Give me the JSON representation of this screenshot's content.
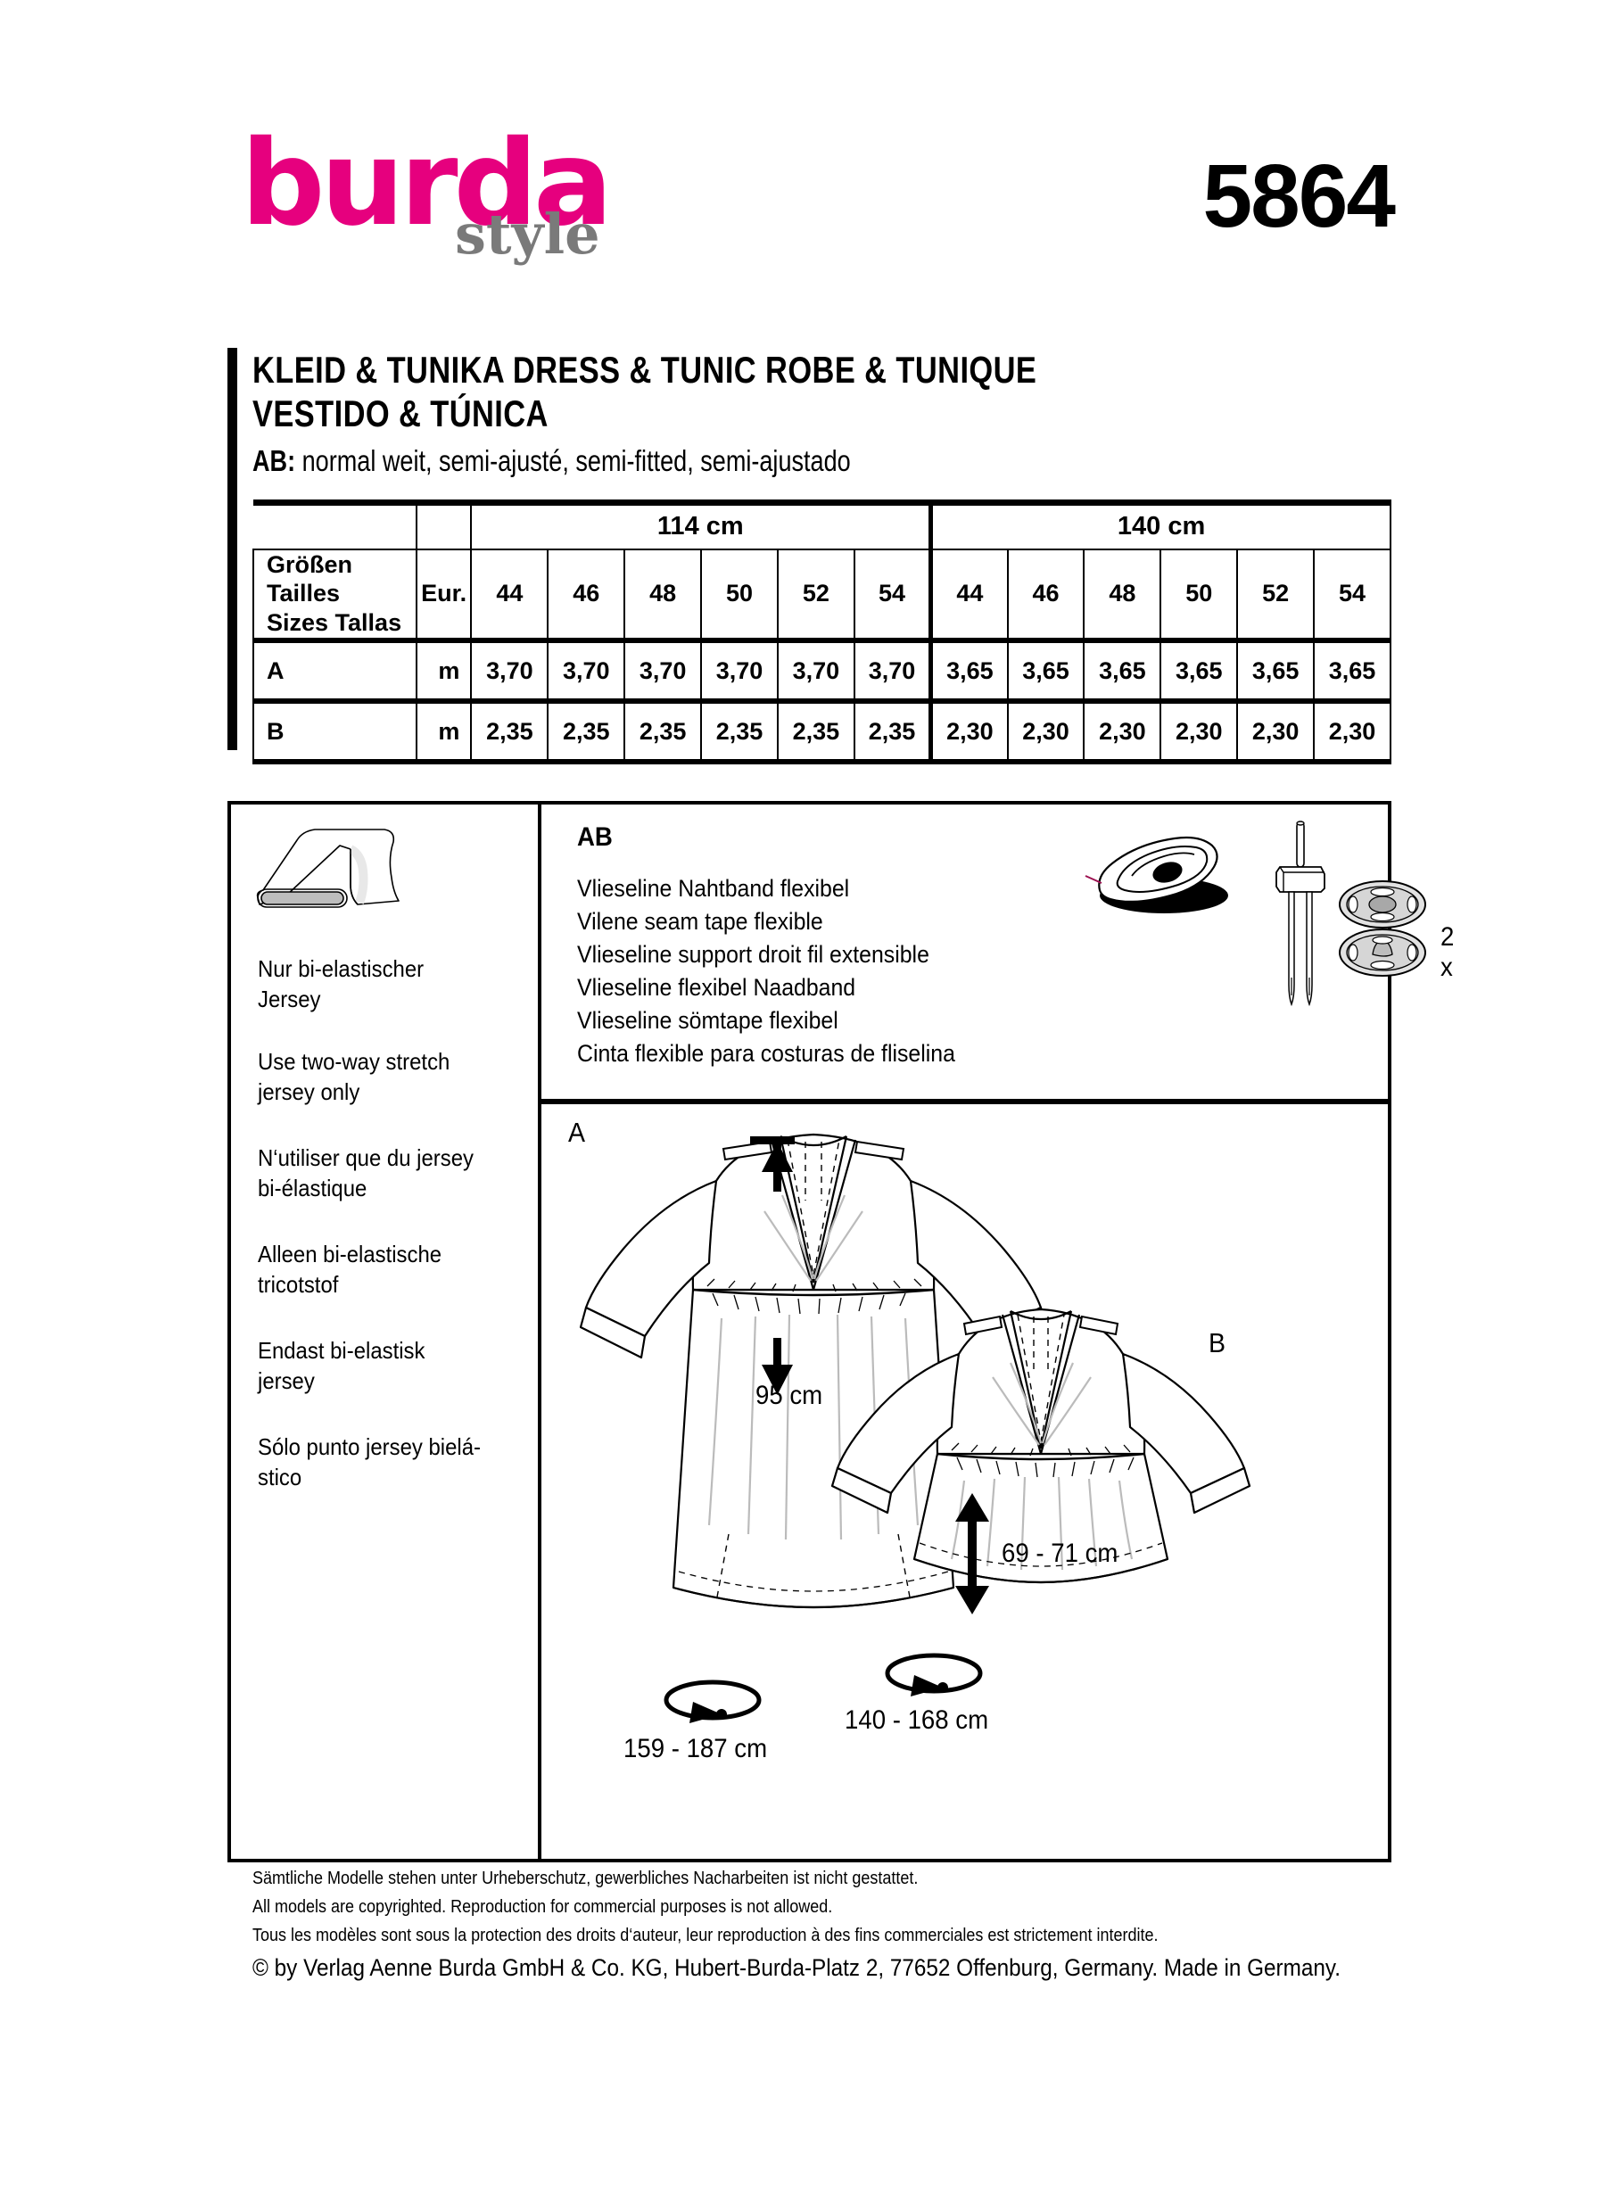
{
  "header": {
    "brand_primary": "burda",
    "brand_secondary": "style",
    "brand_color": "#E6007E",
    "brand_secondary_color": "#7A7A7A",
    "pattern_number": "5864"
  },
  "title": {
    "line1": "KLEID & TUNIKA   DRESS & TUNIC   ROBE & TUNIQUE",
    "line2": "VESTIDO & TÚNICA",
    "fit_prefix": "AB:",
    "fit_text": "normal weit, semi-ajusté, semi-fitted, semi-ajustado"
  },
  "fabric_table": {
    "width_headers": [
      "114 cm",
      "140 cm"
    ],
    "sizes_label_line1": "Größen  Tailles",
    "sizes_label_line2": "Sizes   Tallas",
    "unit_header": "Eur.",
    "sizes": [
      "44",
      "46",
      "48",
      "50",
      "52",
      "54"
    ],
    "rows": [
      {
        "view": "A",
        "unit": "m",
        "values_114": [
          "3,70",
          "3,70",
          "3,70",
          "3,70",
          "3,70",
          "3,70"
        ],
        "values_140": [
          "3,65",
          "3,65",
          "3,65",
          "3,65",
          "3,65",
          "3,65"
        ]
      },
      {
        "view": "B",
        "unit": "m",
        "values_114": [
          "2,35",
          "2,35",
          "2,35",
          "2,35",
          "2,35",
          "2,35"
        ],
        "values_140": [
          "2,30",
          "2,30",
          "2,30",
          "2,30",
          "2,30",
          "2,30"
        ]
      }
    ]
  },
  "fabric_column": {
    "icon": "fabric-bolt-icon",
    "labels": [
      "Nur bi-elastischer\nJersey",
      "Use two-way stretch\njersey only",
      "N‘utiliser que du jersey\nbi-élastique",
      "Alleen bi-elastische\ntricotstof",
      "Endast bi-elastisk\njersey",
      "Sólo punto jersey bielá-\nstico"
    ]
  },
  "notions": {
    "view_tag": "AB",
    "lines": [
      "Vlieseline Nahtband flexibel",
      "Vilene seam tape flexible",
      "Vlieseline support droit fil extensible",
      "Vlieseline flexibel Naadband",
      "Vlieseline sömtape flexibel",
      "Cinta flexible para costuras de fliselina"
    ],
    "icons": [
      "iron-icon",
      "twin-needle-icon",
      "snap-fastener-icon"
    ],
    "snap_quantity": "2 x"
  },
  "garments": {
    "view_a_tag": "A",
    "view_b_tag": "B",
    "measurement_a_length": "95 cm",
    "measurement_b_length": "69 - 71 cm",
    "measurement_a_hem": "159 - 187 cm",
    "measurement_b_hem": "140 - 168 cm"
  },
  "footer": {
    "line_de": "Sämtliche Modelle stehen unter Urheberschutz, gewerbliches Nacharbeiten ist nicht gestattet.",
    "line_en": "All models are copyrighted. Reproduction for commercial purposes is not allowed.",
    "line_fr": "Tous les modèles sont sous la protection des droits d‘auteur, leur reproduction à des fins commerciales est strictement interdite.",
    "copyright": "© by Verlag Aenne Burda GmbH & Co. KG, Hubert-Burda-Platz 2, 77652 Offenburg, Germany. Made in Germany."
  }
}
